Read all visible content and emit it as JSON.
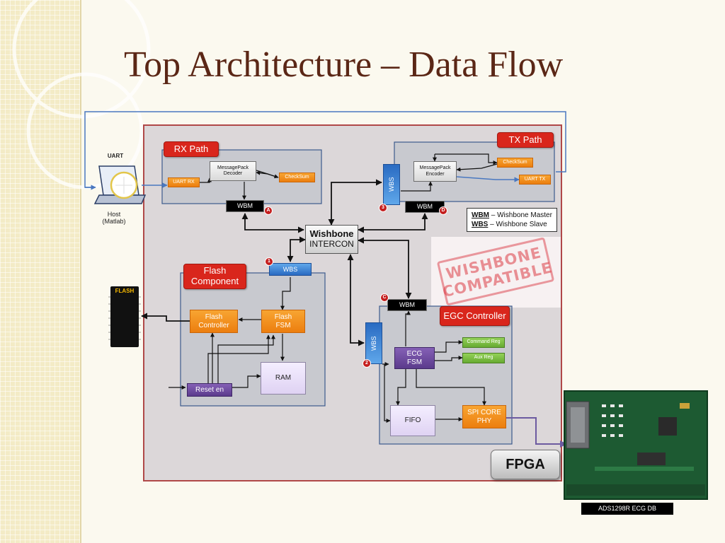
{
  "slide": {
    "title": "Top Architecture – Data Flow"
  },
  "host": {
    "uart_label": "UART",
    "host_label": "Host\n(Matlab)"
  },
  "flash_chip": {
    "label": "FLASH"
  },
  "fpga": {
    "label": "FPGA"
  },
  "rx_path": {
    "header": "RX Path",
    "uart_rx": "UART RX",
    "decoder": "MessagePack\nDecoder",
    "checksum": "CheckSum",
    "wbm": "WBM",
    "badge": "A"
  },
  "tx_path": {
    "header": "TX Path",
    "encoder": "MessagePack\nEncoder",
    "checksum": "CheckSum",
    "uart_tx": "UART TX",
    "wbs": "WBS",
    "wbs_badge": "3",
    "wbm": "WBM",
    "wbm_badge": "D"
  },
  "intercon": {
    "line1": "Wishbone",
    "line2": "INTERCON"
  },
  "legend": {
    "wbm_abbr": "WBM",
    "wbm_desc": " – Wishbone Master",
    "wbs_abbr": "WBS",
    "wbs_desc": " – Wishbone Slave"
  },
  "stamp": {
    "text": "WISHBONE\nCOMPATIBLE"
  },
  "flash_component": {
    "header": "Flash\nComponent",
    "wbs": "WBS",
    "badge": "1",
    "controller": "Flash\nController",
    "fsm": "Flash\nFSM",
    "ram": "RAM",
    "reset": "Reset en"
  },
  "egc_controller": {
    "header": "EGC Controller",
    "wbm": "WBM",
    "wbm_badge": "C",
    "wbs": "WBS",
    "wbs_badge": "2",
    "ecg_fsm": "ECG\nFSM",
    "command_reg": "Command Reg",
    "aux_reg": "Aux Reg",
    "fifo": "FIFO",
    "spi": "SPI CORE\nPHY"
  },
  "board": {
    "label": "ADS1298R ECG DB"
  },
  "colors": {
    "title": "#5b2716",
    "region_header": "#d9261c",
    "block_orange": "#ec7e0f",
    "wbs_blue": "#2a6bc2",
    "fsm_purple": "#5b3b8c",
    "reg_green": "#67ab32",
    "outer_frame": "#b04848",
    "link_blue": "#4a78c0"
  }
}
